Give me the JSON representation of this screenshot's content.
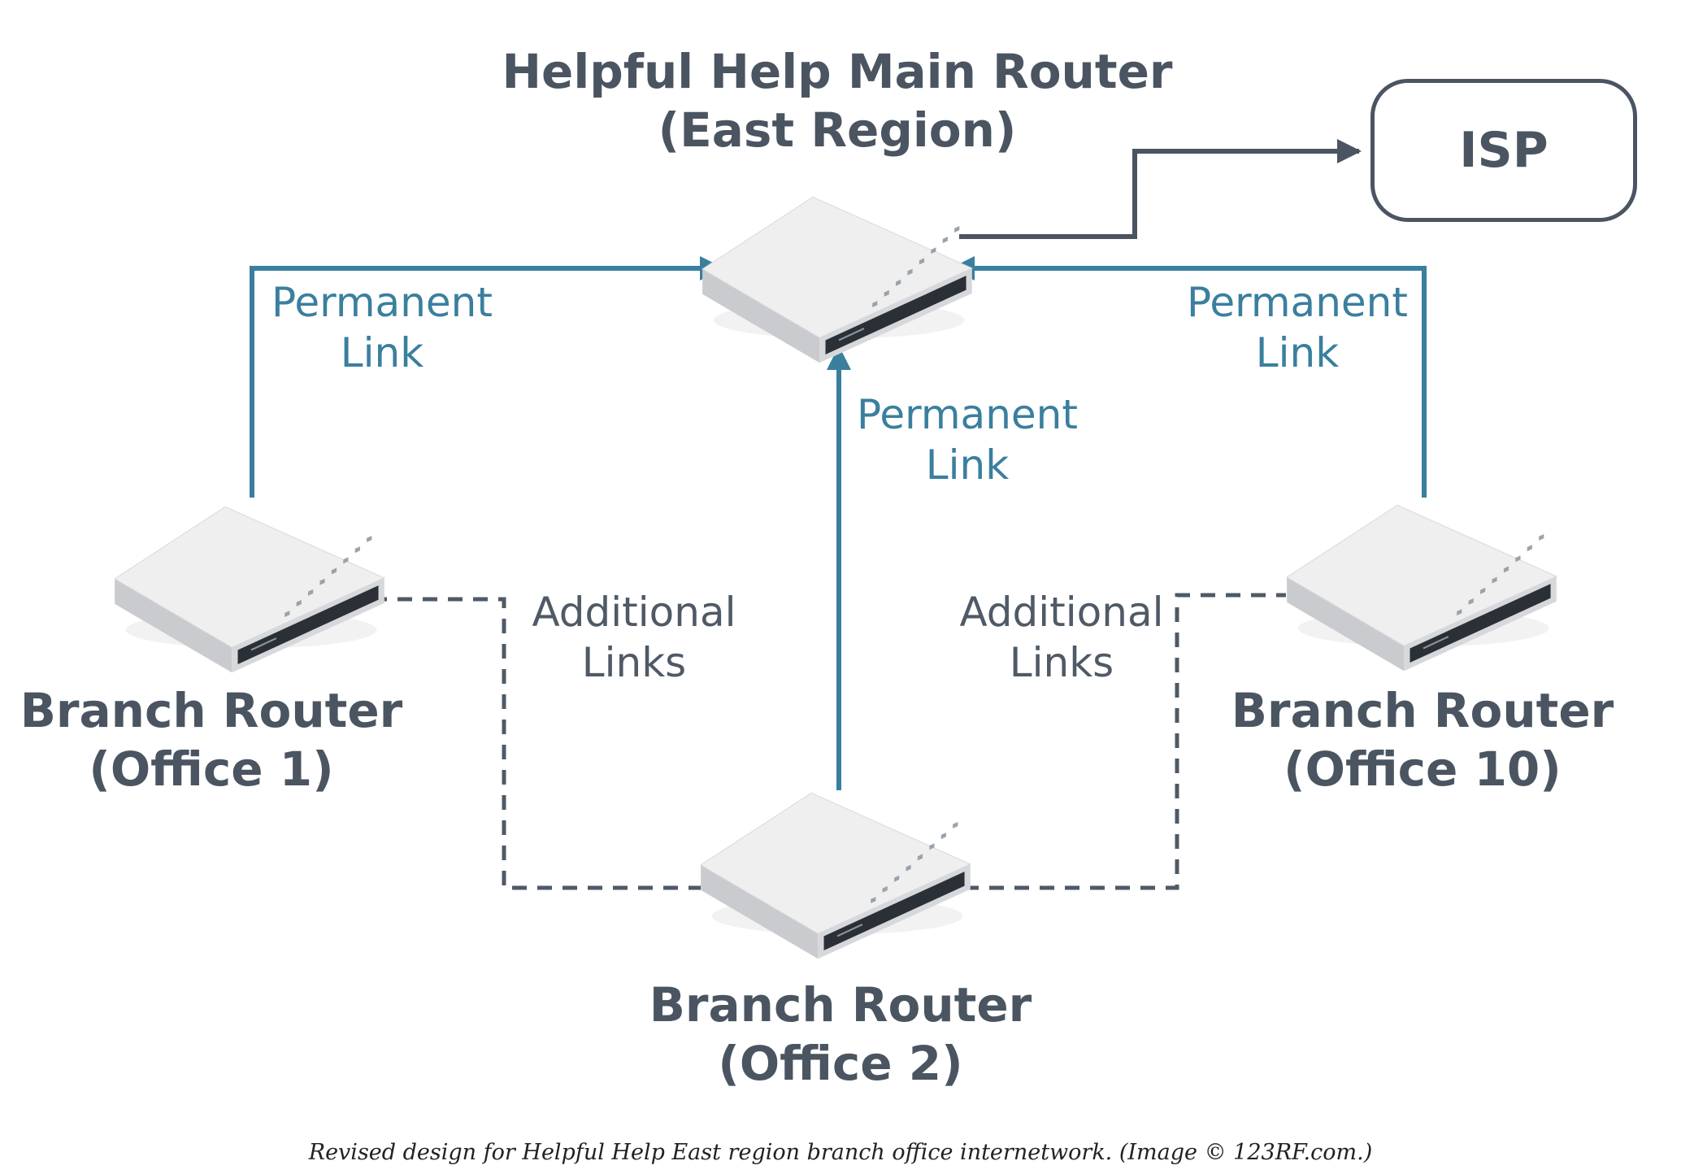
{
  "main_router": {
    "line1": "Helpful Help Main Router",
    "line2": "(East Region)"
  },
  "isp": {
    "label": "ISP"
  },
  "branches": {
    "office1": {
      "line1": "Branch Router",
      "line2": "(Office 1)"
    },
    "office2": {
      "line1": "Branch Router",
      "line2": "(Office 2)"
    },
    "office10": {
      "line1": "Branch Router",
      "line2": "(Office 10)"
    }
  },
  "links": {
    "permanent_left": {
      "line1": "Permanent",
      "line2": "Link"
    },
    "permanent_center": {
      "line1": "Permanent",
      "line2": "Link"
    },
    "permanent_right": {
      "line1": "Permanent",
      "line2": "Link"
    },
    "additional_left": {
      "line1": "Additional",
      "line2": "Links"
    },
    "additional_right": {
      "line1": "Additional",
      "line2": "Links"
    }
  },
  "caption": "Revised design for Helpful Help East region branch office internetwork. (Image © 123RF.com.)",
  "colors": {
    "permanent_link": "#3a7f9e",
    "additional_link": "#4f5a66",
    "text_dark": "#4a5561",
    "router_top": "#efeff0",
    "router_front": "#2b3036"
  }
}
